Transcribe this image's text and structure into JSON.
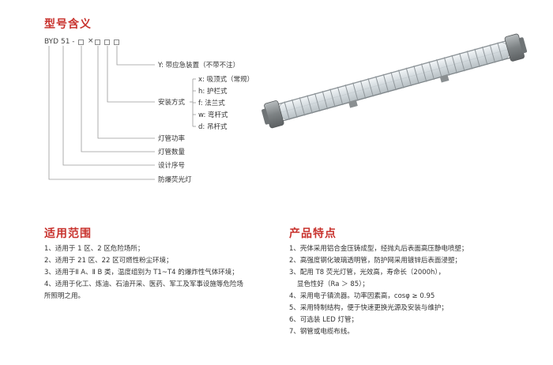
{
  "model_section": {
    "title": "型号含义",
    "prefix": "BYD 51 -",
    "times": "×",
    "labels": {
      "emergency": "Y: 带应急装置（不带不注）",
      "install_title": "安装方式",
      "install_options": [
        "x: 吸顶式（常规）",
        "h: 护栏式",
        "f: 法兰式",
        "w: 弯杆式",
        "d: 吊杆式"
      ],
      "power": "灯管功率",
      "count": "灯管数量",
      "design": "设计序号",
      "name": "防爆荧光灯"
    }
  },
  "scope_section": {
    "title": "适用范围",
    "items": [
      "1、适用于 1 区、2 区危险场所；",
      "2、适用于 21 区、22 区可燃性粉尘环境；",
      "3、适用于Ⅱ A、Ⅱ B 类，温度组别为 T1~T4 的爆炸性气体环境；",
      "4、适用于化工、炼油、石油开采、医药、军工及军事设施等危险场",
      "所照明之用。"
    ]
  },
  "features_section": {
    "title": "产品特点",
    "items": [
      "1、壳体采用铝合金压铸成型，经抛丸后表面高压静电喷塑；",
      "2、高强度钢化玻璃透明管，防护网采用镀锌后表面浸塑；",
      "3、配用 T8 荧光灯管，光效高，寿命长（2000h），",
      "   显色性好（Ra ＞ 85）；",
      "4、采用电子镇流器。功率因素高，cosφ ≥ 0.95",
      "5、采用特制结构，便于快速更换光源及安装与维护；",
      "6、可选装 LED 灯管；",
      "7、钢管或电缆布线。"
    ]
  },
  "colors": {
    "title_red": "#c8322d",
    "line_gray": "#9a9a9a",
    "lamp_body": "#8a8f91",
    "lamp_glass": "#dfe6ea"
  }
}
